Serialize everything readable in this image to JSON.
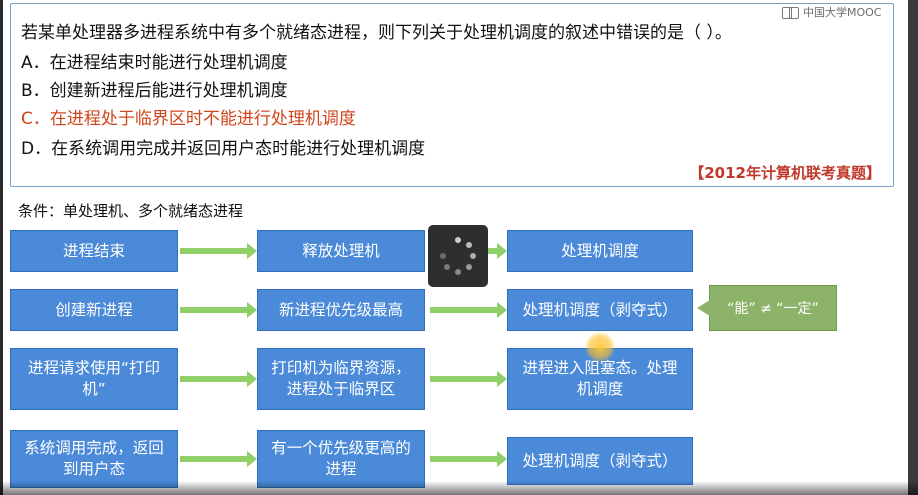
{
  "question": {
    "stem": "若某单处理器多进程系统中有多个就绪态进程，则下列关于处理机调度的叙述中错误的是（    ）。",
    "options": [
      "A．在进程结束时能进行处理机调度",
      "B．创建新进程后能进行处理机调度",
      "C．在进程处于临界区时不能进行处理机调度",
      "D．在系统调用完成并返回用户态时能进行处理机调度"
    ],
    "highlight_option_color": "#d0451b",
    "source": "【2012年计算机联考真题】"
  },
  "logo": {
    "text": "中国大学MOOC"
  },
  "condition": "条件：单处理机、多个就绪态进程",
  "flow": [
    {
      "cause": "进程结束",
      "middle": "释放处理机",
      "result": "处理机调度"
    },
    {
      "cause": "创建新进程",
      "middle": "新进程优先级最高",
      "result": "处理机调度（剥夺式）"
    },
    {
      "cause": "进程请求使用“打印机”",
      "middle": "打印机为临界资源，进程处于临界区",
      "result": "进程进入阻塞态。处理机调度"
    },
    {
      "cause": "系统调用完成，返回到用户态",
      "middle": "有一个优先级更高的进程",
      "result": "处理机调度（剥夺式）"
    }
  ],
  "callout": "“能” ≠ “一定”",
  "colors": {
    "box_blue": "#4a8ad8",
    "arrow_green": "#8fcf68",
    "callout_green": "#8db36a"
  },
  "icons": {
    "loading": "loading-spinner-icon",
    "logo": "mooc-logo-icon"
  }
}
